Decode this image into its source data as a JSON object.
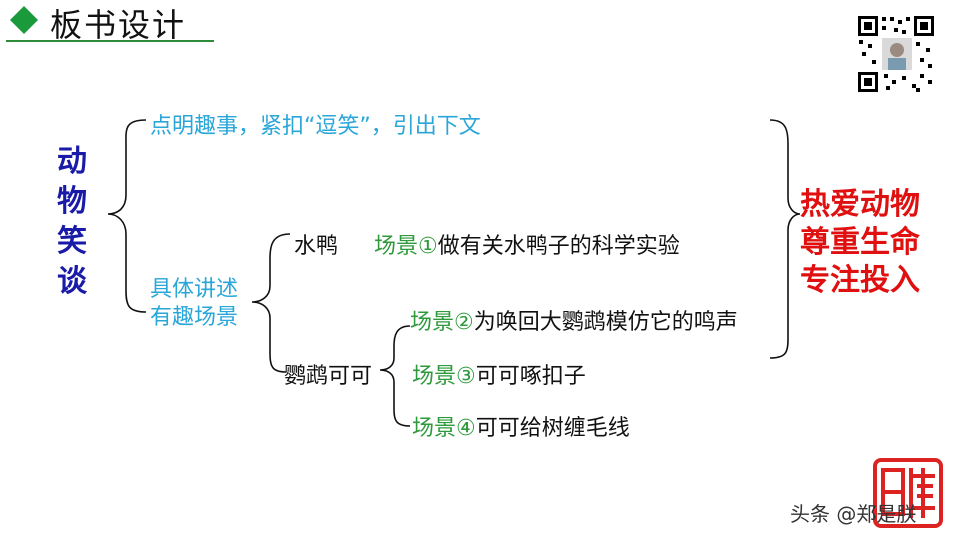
{
  "header": {
    "title": "板书设计",
    "accent_color": "#1a9a3a"
  },
  "diagram": {
    "root": [
      "动",
      "物",
      "笑",
      "谈"
    ],
    "branch_intro": "点明趣事，紧扣“逗笑”，引出下文",
    "branch_detail": [
      "具体讲述",
      "有趣场景"
    ],
    "duck": {
      "label": "水鸭",
      "scene_label": "场景①",
      "scene_text": "做有关水鸭子的科学实验"
    },
    "parrot": {
      "label": "鹦鹉可可",
      "scenes": [
        {
          "label": "场景②",
          "text": "为唤回大鹦鹉模仿它的鸣声"
        },
        {
          "label": "场景③",
          "text": "可可啄扣子"
        },
        {
          "label": "场景④",
          "text": "可可给树缠毛线"
        }
      ]
    },
    "theme": [
      "热爱动物",
      "尊重生命",
      "专注投入"
    ],
    "colors": {
      "root": "#1a1aa8",
      "branch": "#2aa6d9",
      "scene_label": "#2e9a3c",
      "theme": "#e01010"
    }
  },
  "footer": {
    "watermark": "头条 @郑是朕"
  }
}
